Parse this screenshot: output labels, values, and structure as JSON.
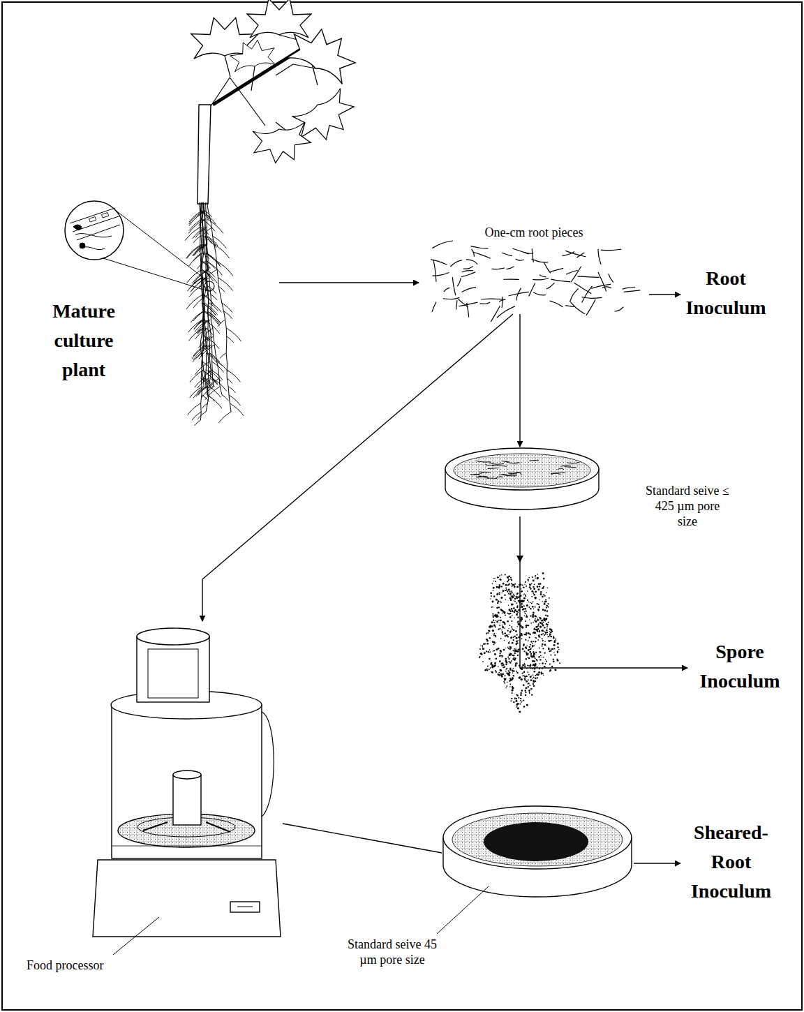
{
  "diagram": {
    "nodes": [
      {
        "text": [
          "Mature culture plant"
        ]
      },
      {
        "text": [
          "One-cm root pieces"
        ]
      },
      {
        "text": [
          "Root Inoculum"
        ]
      },
      {
        "text": [
          "Standard seive ≤ 425 µm pore size"
        ]
      },
      {
        "text": [
          "Spore Inoculum"
        ]
      },
      {
        "text": [
          "Food processor"
        ]
      },
      {
        "text": [
          "Standard seive 45 µm pore size"
        ]
      },
      {
        "text": [
          "Sheared-Root Inoculum"
        ]
      }
    ],
    "edges": [
      {
        "from": 0,
        "to": 1,
        "arrow": "to"
      },
      {
        "from": 1,
        "to": 2,
        "arrow": "to"
      },
      {
        "from": 1,
        "to": 3,
        "arrow": "to"
      },
      {
        "from": 1,
        "to": 5,
        "arrow": "to"
      },
      {
        "from": 3,
        "to": 4,
        "arrow": "to"
      },
      {
        "from": 5,
        "to": 6,
        "arrow": "none"
      },
      {
        "from": 6,
        "to": 7,
        "arrow": "to"
      }
    ]
  }
}
